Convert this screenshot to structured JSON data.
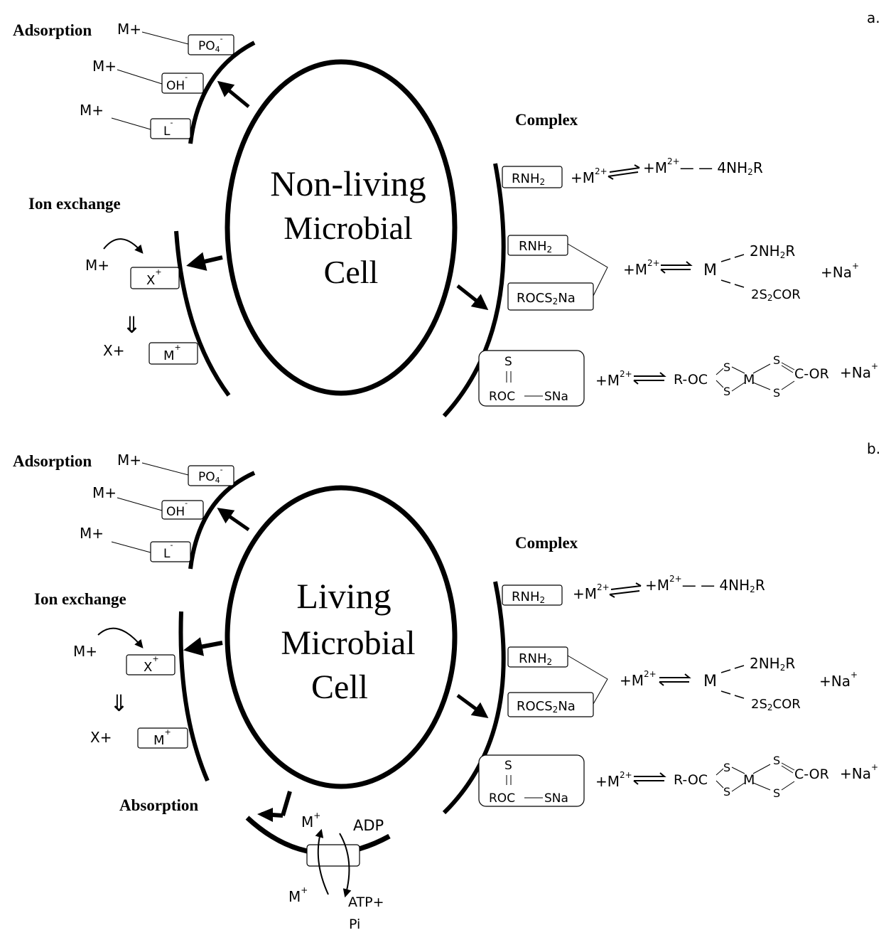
{
  "panels": [
    {
      "letter": "a.",
      "cell": [
        "Non-living",
        "Microbial",
        "Cell"
      ],
      "mechanisms": {
        "adsorption": "Adsorption",
        "ion_exchange": "Ion exchange",
        "complex": "Complex"
      },
      "adsorption": {
        "m": "M+",
        "po4": "PO",
        "po4_sub": "4",
        "po4_sup": "-",
        "oh": "OH",
        "oh_sup": "-",
        "l": "L",
        "l_sup": "-"
      },
      "ion_exchange": {
        "m_in": "M+",
        "x_label": "X",
        "x_sup": "+",
        "arrow": "⇓",
        "x_out": "X+",
        "m_box": "M",
        "m_sup": "+"
      },
      "complex": {
        "rnh2": "RNH",
        "rnh2_sub": "2",
        "plus_m": "+M",
        "sup2": "2+",
        "amine": "— — 4NH",
        "amine_sub": "2",
        "amine_r": "R",
        "rocs2na": "ROCS",
        "rocs2na_sub": "2",
        "rocs2na_na": "Na",
        "m": "M",
        "nh2r": "2NH",
        "nh2r_sub": "2",
        "nh2r_r": "R",
        "s2cor": "2S",
        "s2cor_sub": "2",
        "s2cor_cor": "COR",
        "na": "+Na",
        "na_sup": "+",
        "s": "S",
        "roc": "ROC",
        "sna": "SNa",
        "chelate": {
          "r_oc": "R-OC",
          "s": "S",
          "m": "M",
          "c_or": "C-OR"
        }
      }
    },
    {
      "letter": "b.",
      "cell": [
        "Living",
        "Microbial",
        "Cell"
      ],
      "mechanisms": {
        "adsorption": "Adsorption",
        "ion_exchange": "Ion exchange",
        "complex": "Complex",
        "absorption": "Absorption"
      },
      "adsorption": {
        "m": "M+",
        "po4": "PO",
        "po4_sub": "4",
        "po4_sup": "-",
        "oh": "OH",
        "oh_sup": "-",
        "l": "L",
        "l_sup": "-"
      },
      "ion_exchange": {
        "m_in": "M+",
        "x_label": "X",
        "x_sup": "+",
        "arrow": "⇓",
        "x_out": "X+",
        "m_box": "M",
        "m_sup": "+"
      },
      "complex": {
        "rnh2": "RNH",
        "rnh2_sub": "2",
        "plus_m": "+M",
        "sup2": "2+",
        "amine": "— — 4NH",
        "amine_sub": "2",
        "amine_r": "R",
        "rocs2na": "ROCS",
        "rocs2na_sub": "2",
        "rocs2na_na": "Na",
        "m": "M",
        "nh2r": "2NH",
        "nh2r_sub": "2",
        "nh2r_r": "R",
        "s2cor": "2S",
        "s2cor_sub": "2",
        "s2cor_cor": "COR",
        "na": "+Na",
        "na_sup": "+",
        "s": "S",
        "roc": "ROC",
        "sna": "SNa",
        "chelate": {
          "r_oc": "R-OC",
          "s": "S",
          "m": "M",
          "c_or": "C-OR"
        }
      },
      "absorption": {
        "m_top": "M",
        "m_sup": "+",
        "adp": "ADP",
        "m_bottom": "M",
        "atp": "ATP+",
        "pi": "Pi"
      }
    }
  ]
}
